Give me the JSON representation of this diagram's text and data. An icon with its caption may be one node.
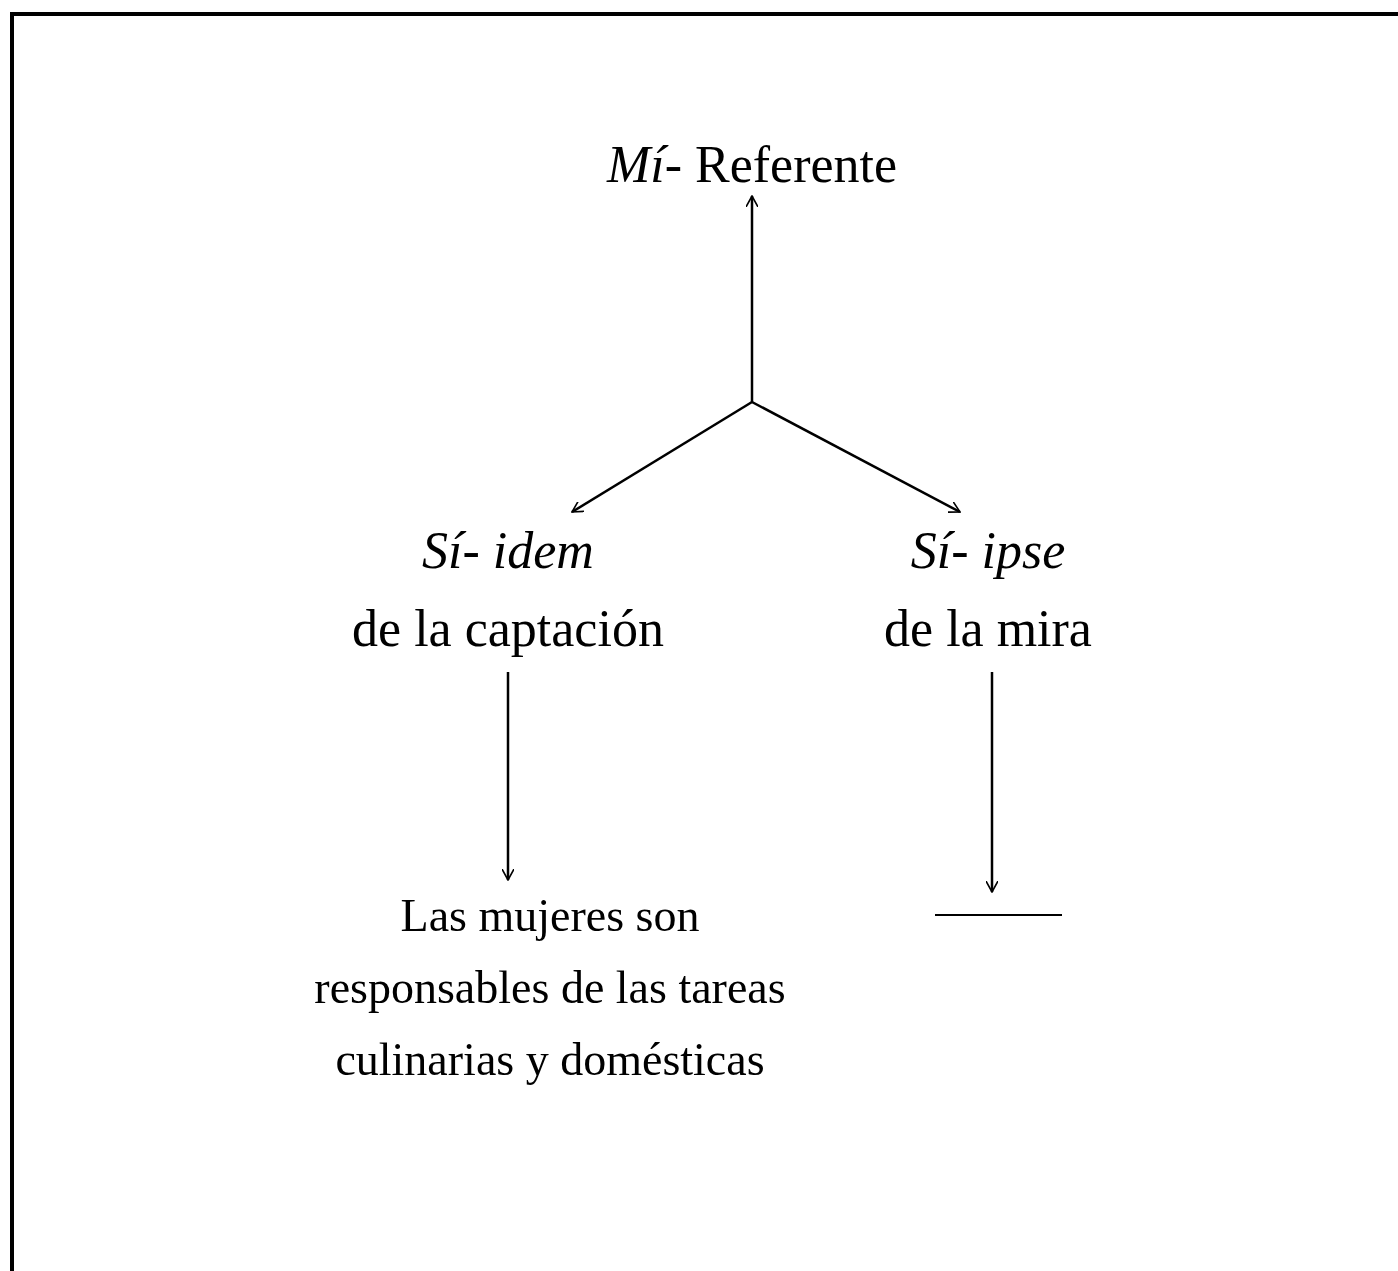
{
  "diagram": {
    "nodes": [
      {
        "text": [
          "*Mí*- Referente"
        ]
      },
      {
        "text": [
          "Sí- idem",
          "de la captación"
        ]
      },
      {
        "text": [
          "Sí- ipse",
          "de la mira"
        ]
      },
      {
        "text": [
          "Las mujeres son responsables de las tareas culinarias y domésticas"
        ]
      },
      {
        "text": [],
        "shape": "bar"
      }
    ],
    "edges": [
      {
        "from": null,
        "to": 0,
        "arrow": "to"
      },
      {
        "from": null,
        "to": 1,
        "arrow": "to"
      },
      {
        "from": null,
        "to": 2,
        "arrow": "to"
      },
      {
        "from": 1,
        "to": 3,
        "arrow": "to"
      },
      {
        "from": 2,
        "to": 4,
        "arrow": "to"
      }
    ]
  }
}
